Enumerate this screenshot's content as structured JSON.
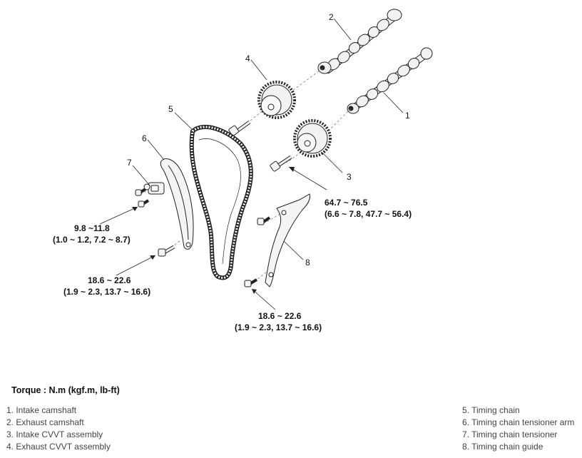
{
  "callouts": [
    "1",
    "2",
    "3",
    "4",
    "5",
    "6",
    "7",
    "8"
  ],
  "torques": {
    "cvvt_bolt": {
      "value": "64.7 ~ 76.5",
      "detail": "(6.6 ~ 7.8, 47.7 ~ 56.4)"
    },
    "tensioner_bolt": {
      "value": "9.8 ~11.8",
      "detail": "(1.0 ~ 1.2, 7.2 ~ 8.7)"
    },
    "arm_bolt": {
      "value": "18.6 ~ 22.6",
      "detail": "(1.9 ~ 2.3, 13.7 ~ 16.6)"
    },
    "guide_bolt": {
      "value": "18.6 ~ 22.6",
      "detail": "(1.9 ~ 2.3, 13.7 ~ 16.6)"
    }
  },
  "torque_heading": "Torque : N.m (kgf.m, lb-ft)",
  "legend_left": [
    "1. Intake camshaft",
    "2. Exhaust camshaft",
    "3. Intake CVVT assembly",
    "4. Exhaust CVVT assembly"
  ],
  "legend_right": [
    "5. Timing chain",
    "6. Timing chain tensioner arm",
    "7. Timing chain tensioner",
    "8. Timing chain guide"
  ]
}
